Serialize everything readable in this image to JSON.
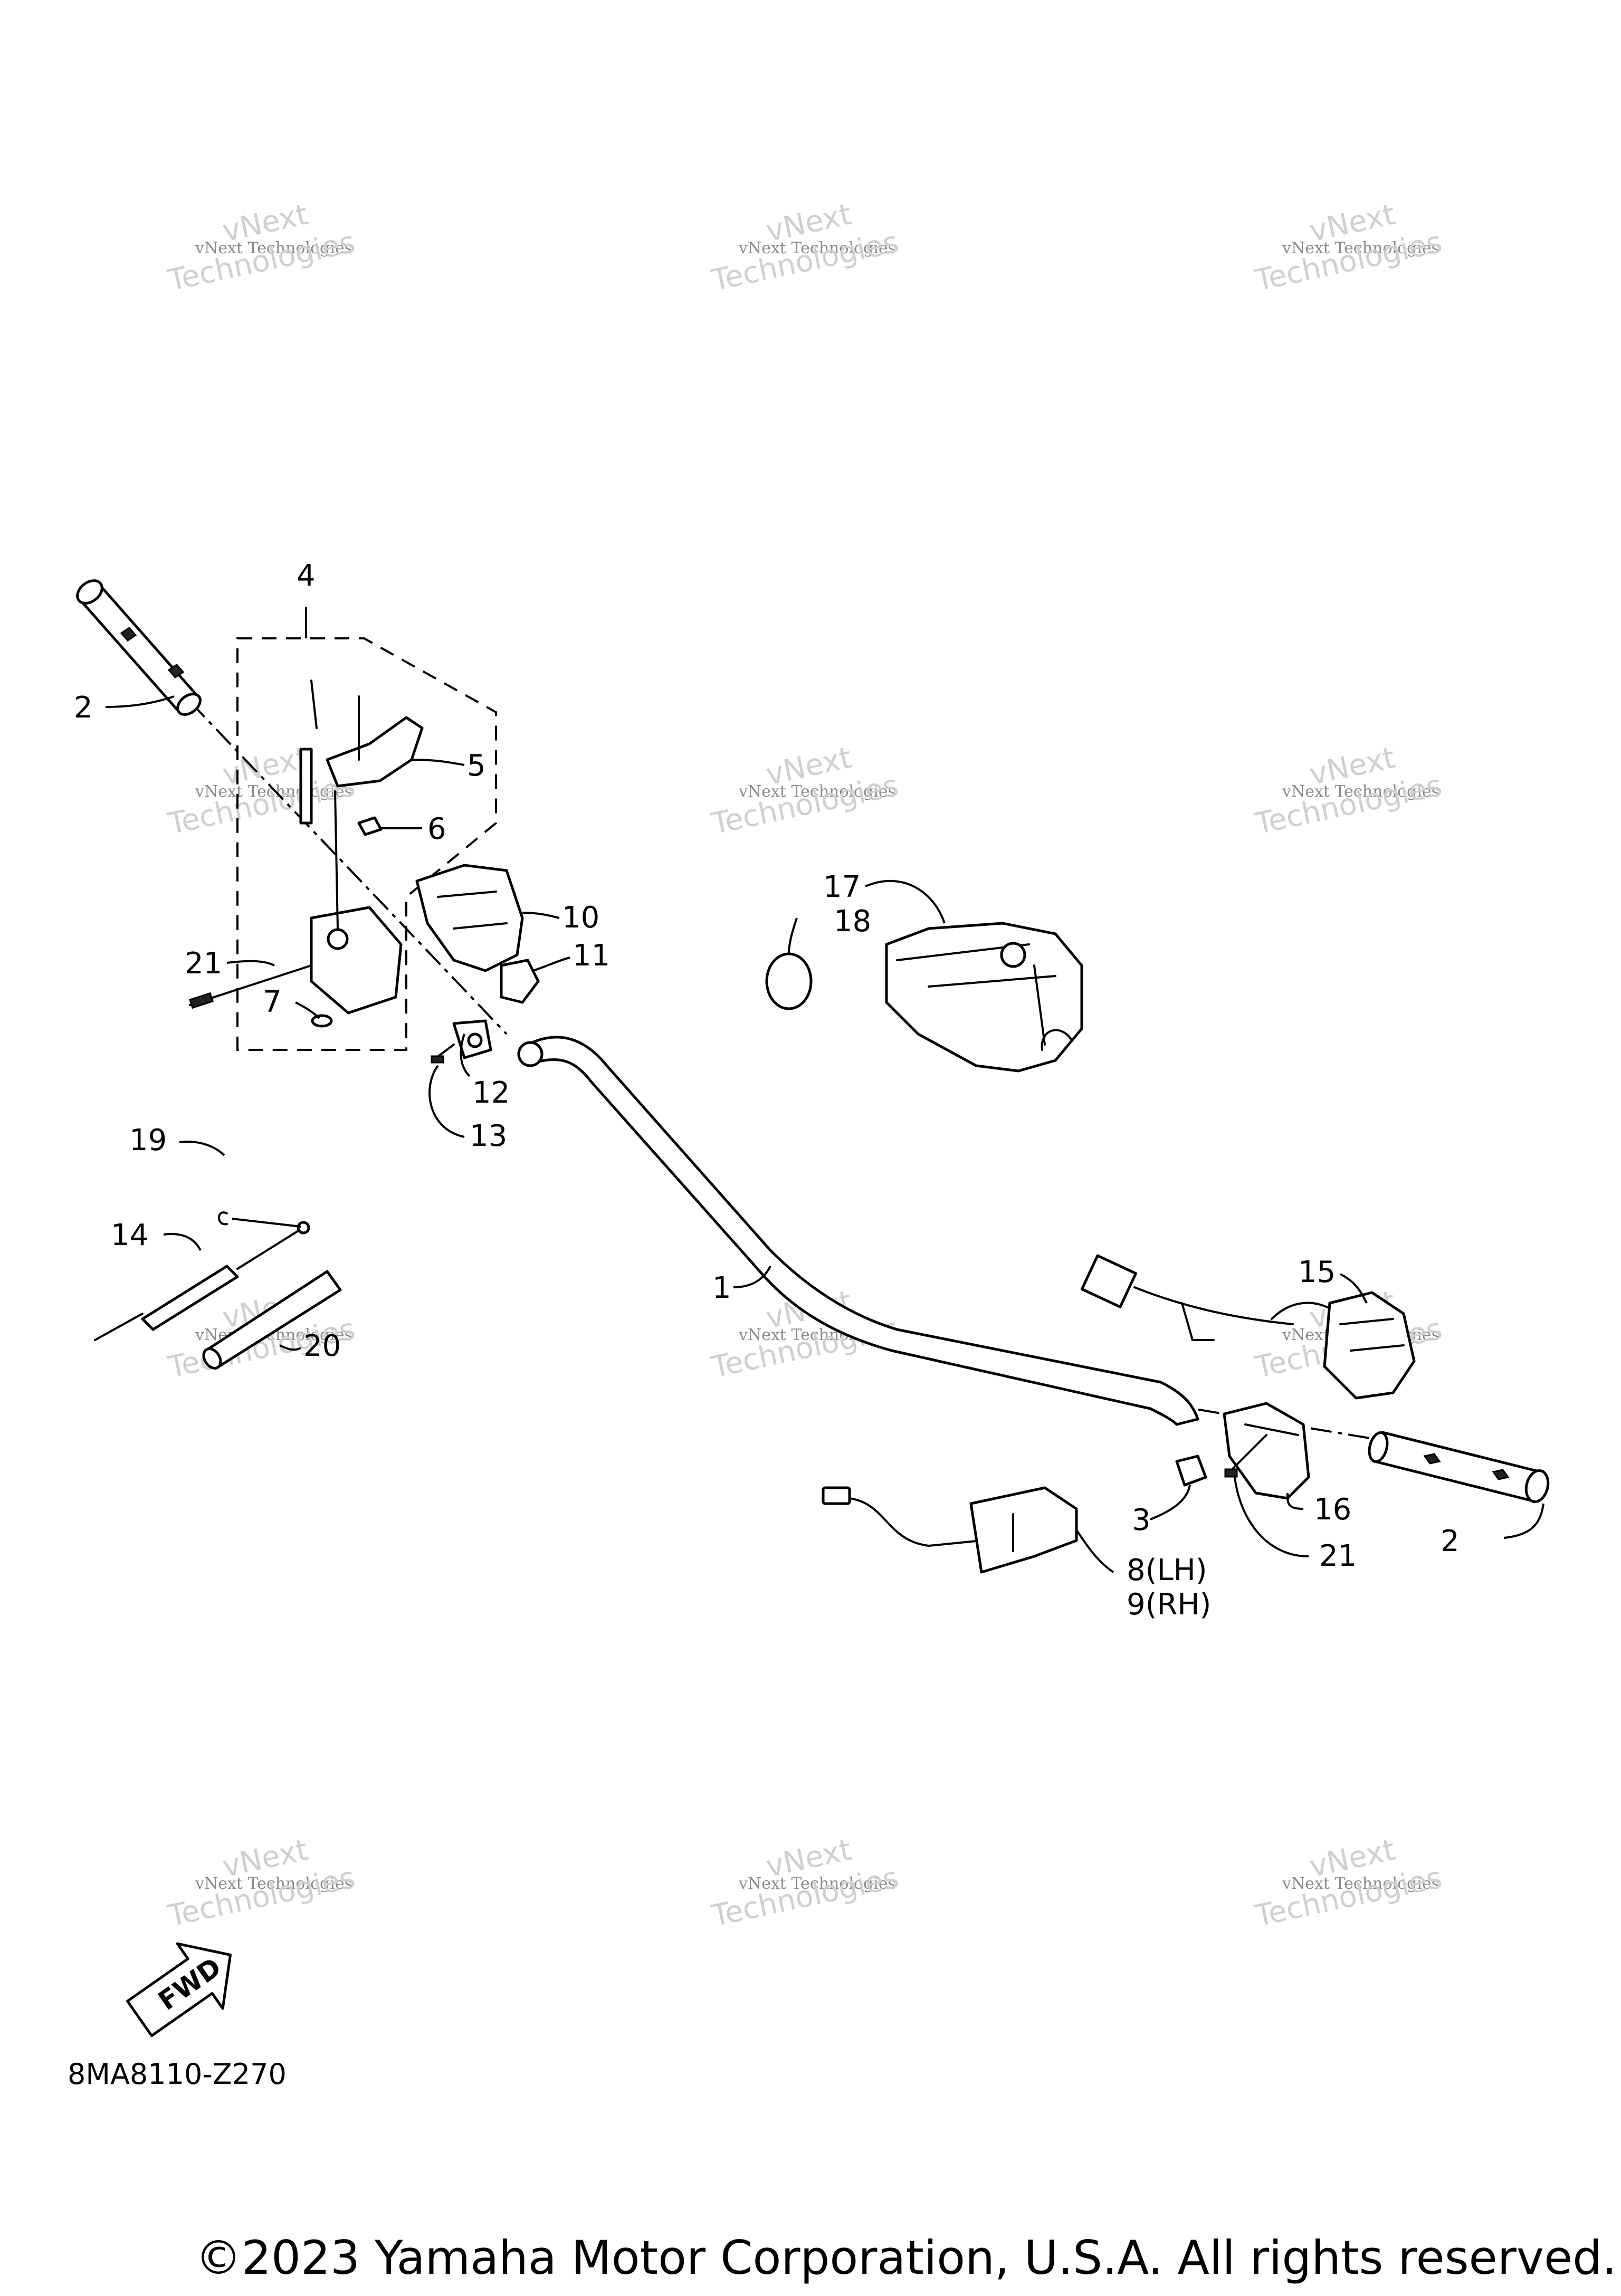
{
  "watermark": {
    "line1": "vNext Technologies",
    "line2": "vNext",
    "line3": "Technologies"
  },
  "callouts": {
    "c1": "1",
    "c2_left": "2",
    "c2_right": "2",
    "c3": "3",
    "c4": "4",
    "c5": "5",
    "c6": "6",
    "c7": "7",
    "c8": "8(LH)",
    "c9": "9(RH)",
    "c10": "10",
    "c11": "11",
    "c12": "12",
    "c13": "13",
    "c14": "14",
    "c15": "15",
    "c16": "16",
    "c17": "17",
    "c18": "18",
    "c19": "19",
    "c20": "20",
    "c21_left": "21",
    "c21_right": "21"
  },
  "fwd_label": "FWD",
  "diagram_code": "8MA8110-Z270",
  "copyright": "©2023 Yamaha Motor Corporation, U.S.A. All rights reserved."
}
